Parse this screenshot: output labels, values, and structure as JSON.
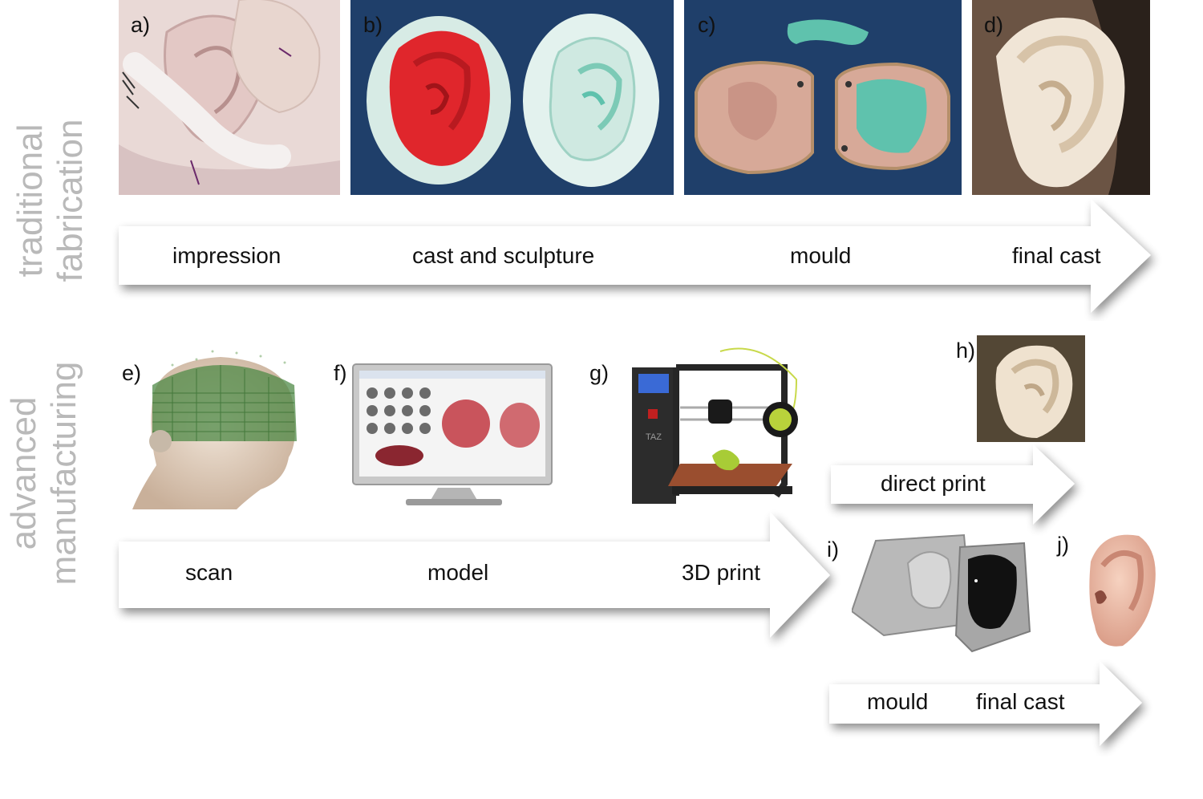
{
  "side_labels": {
    "traditional": [
      "traditional",
      "fabrication"
    ],
    "advanced": [
      "advanced",
      "manufacturing"
    ]
  },
  "panels": {
    "a": "a)",
    "b": "b)",
    "c": "c)",
    "d": "d)",
    "e": "e)",
    "f": "f)",
    "g": "g)",
    "h": "h)",
    "i": "i)",
    "j": "j)"
  },
  "traditional_steps": [
    "impression",
    "cast and sculpture",
    "mould",
    "final cast"
  ],
  "advanced_steps": [
    "scan",
    "model",
    "3D print"
  ],
  "direct_branch": {
    "label": "direct print"
  },
  "mould_branch": {
    "labels": [
      "mould",
      "final cast"
    ]
  },
  "printer_label": "TAZ",
  "colors": {
    "side_label": "#b9b9b9",
    "arrow_fill": "#ffffff",
    "navy_background": "#1f3f6a",
    "red_cast": "#e0262c",
    "teal_mould": "#5fc2ad"
  }
}
